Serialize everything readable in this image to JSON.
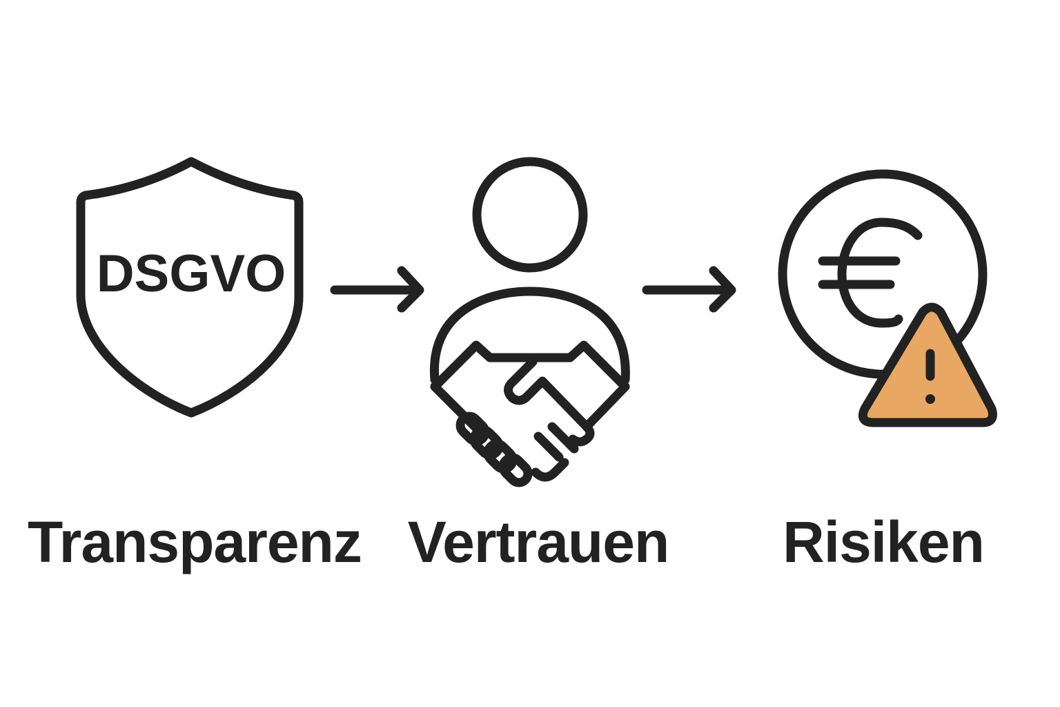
{
  "steps": [
    {
      "label": "Transparenz",
      "icon": "shield-icon",
      "icon_text": "DSGVO"
    },
    {
      "label": "Vertrauen",
      "icon": "person-handshake-icon"
    },
    {
      "label": "Risiken",
      "icon": "euro-coin-warning-icon"
    }
  ],
  "connectors": [
    "arrow-right-icon",
    "arrow-right-icon"
  ],
  "colors": {
    "stroke": "#222222",
    "warning_fill": "#E8A864",
    "background": "#FFFFFF"
  }
}
